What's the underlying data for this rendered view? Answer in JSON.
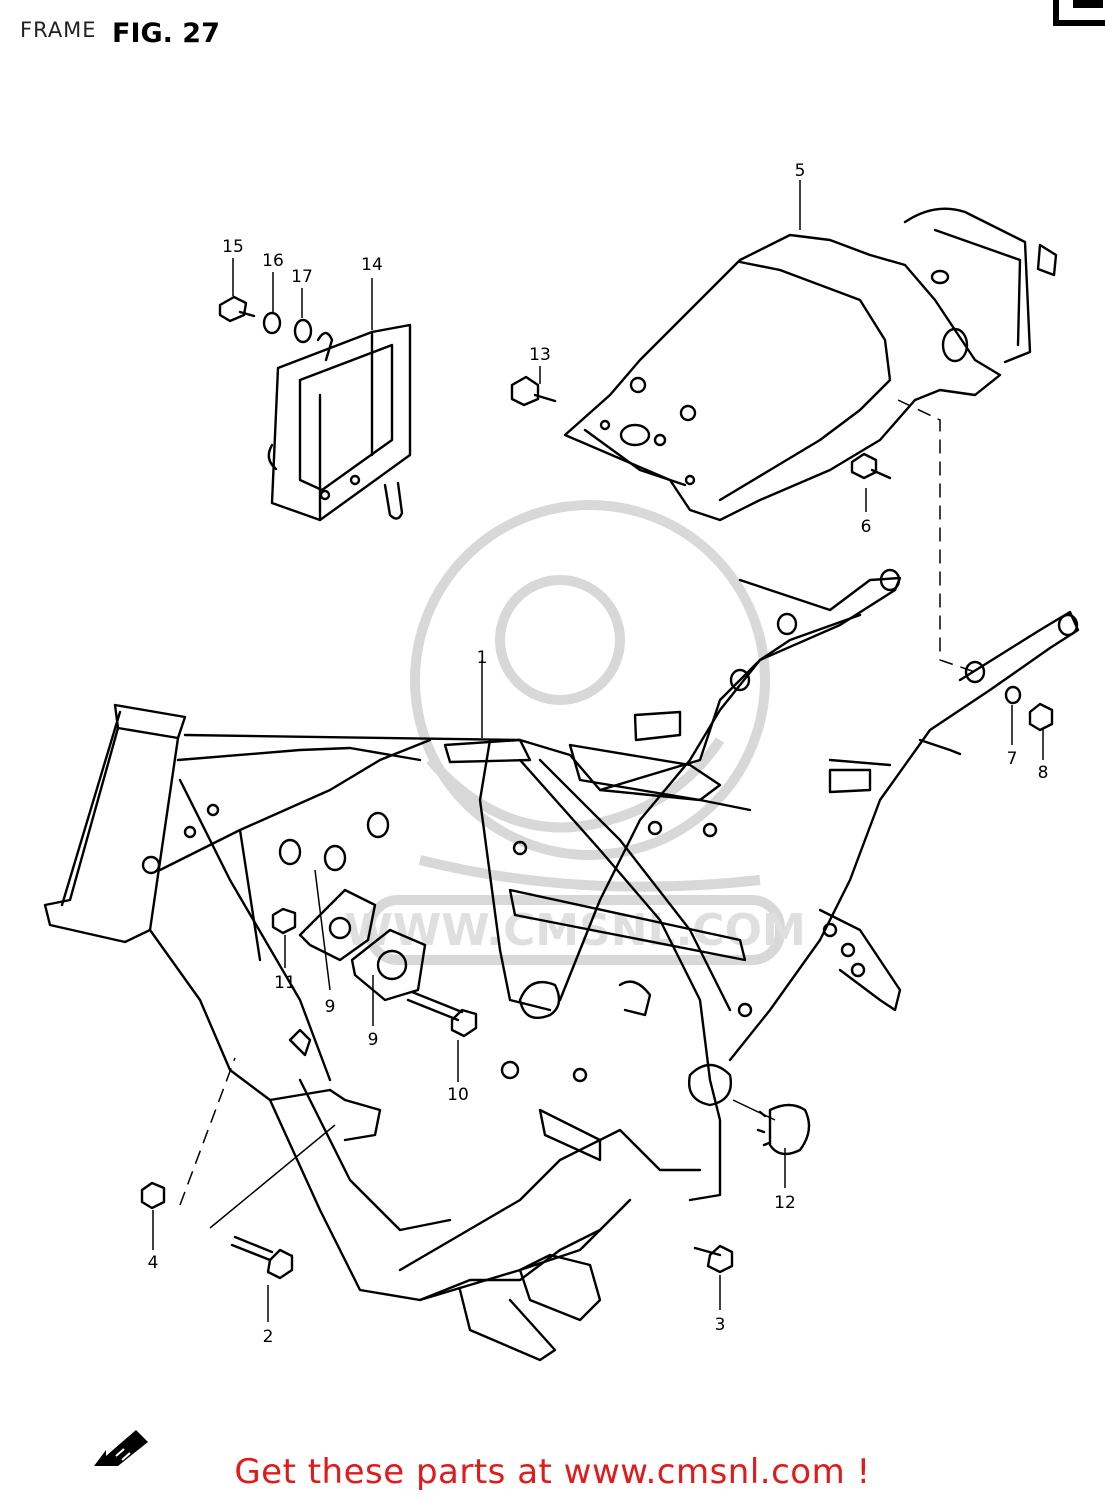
{
  "header": {
    "section_label": "FRAME",
    "figure_title": "FIG. 27"
  },
  "callouts": [
    {
      "id": "callout-1",
      "label": "1"
    },
    {
      "id": "callout-2",
      "label": "2"
    },
    {
      "id": "callout-3",
      "label": "3"
    },
    {
      "id": "callout-4",
      "label": "4"
    },
    {
      "id": "callout-5",
      "label": "5"
    },
    {
      "id": "callout-6",
      "label": "6"
    },
    {
      "id": "callout-7",
      "label": "7"
    },
    {
      "id": "callout-8",
      "label": "8"
    },
    {
      "id": "callout-9a",
      "label": "9"
    },
    {
      "id": "callout-9b",
      "label": "9"
    },
    {
      "id": "callout-10",
      "label": "10"
    },
    {
      "id": "callout-11",
      "label": "11"
    },
    {
      "id": "callout-12",
      "label": "12"
    },
    {
      "id": "callout-13",
      "label": "13"
    },
    {
      "id": "callout-14",
      "label": "14"
    },
    {
      "id": "callout-15",
      "label": "15"
    },
    {
      "id": "callout-16",
      "label": "16"
    },
    {
      "id": "callout-17",
      "label": "17"
    }
  ],
  "footer": {
    "link_text": "Get these parts at www.cmsnl.com !",
    "link_color": "#e11a1a"
  },
  "icons": {
    "front_direction": "front-arrow-icon",
    "watermark": "cms-mascot-watermark-icon"
  }
}
